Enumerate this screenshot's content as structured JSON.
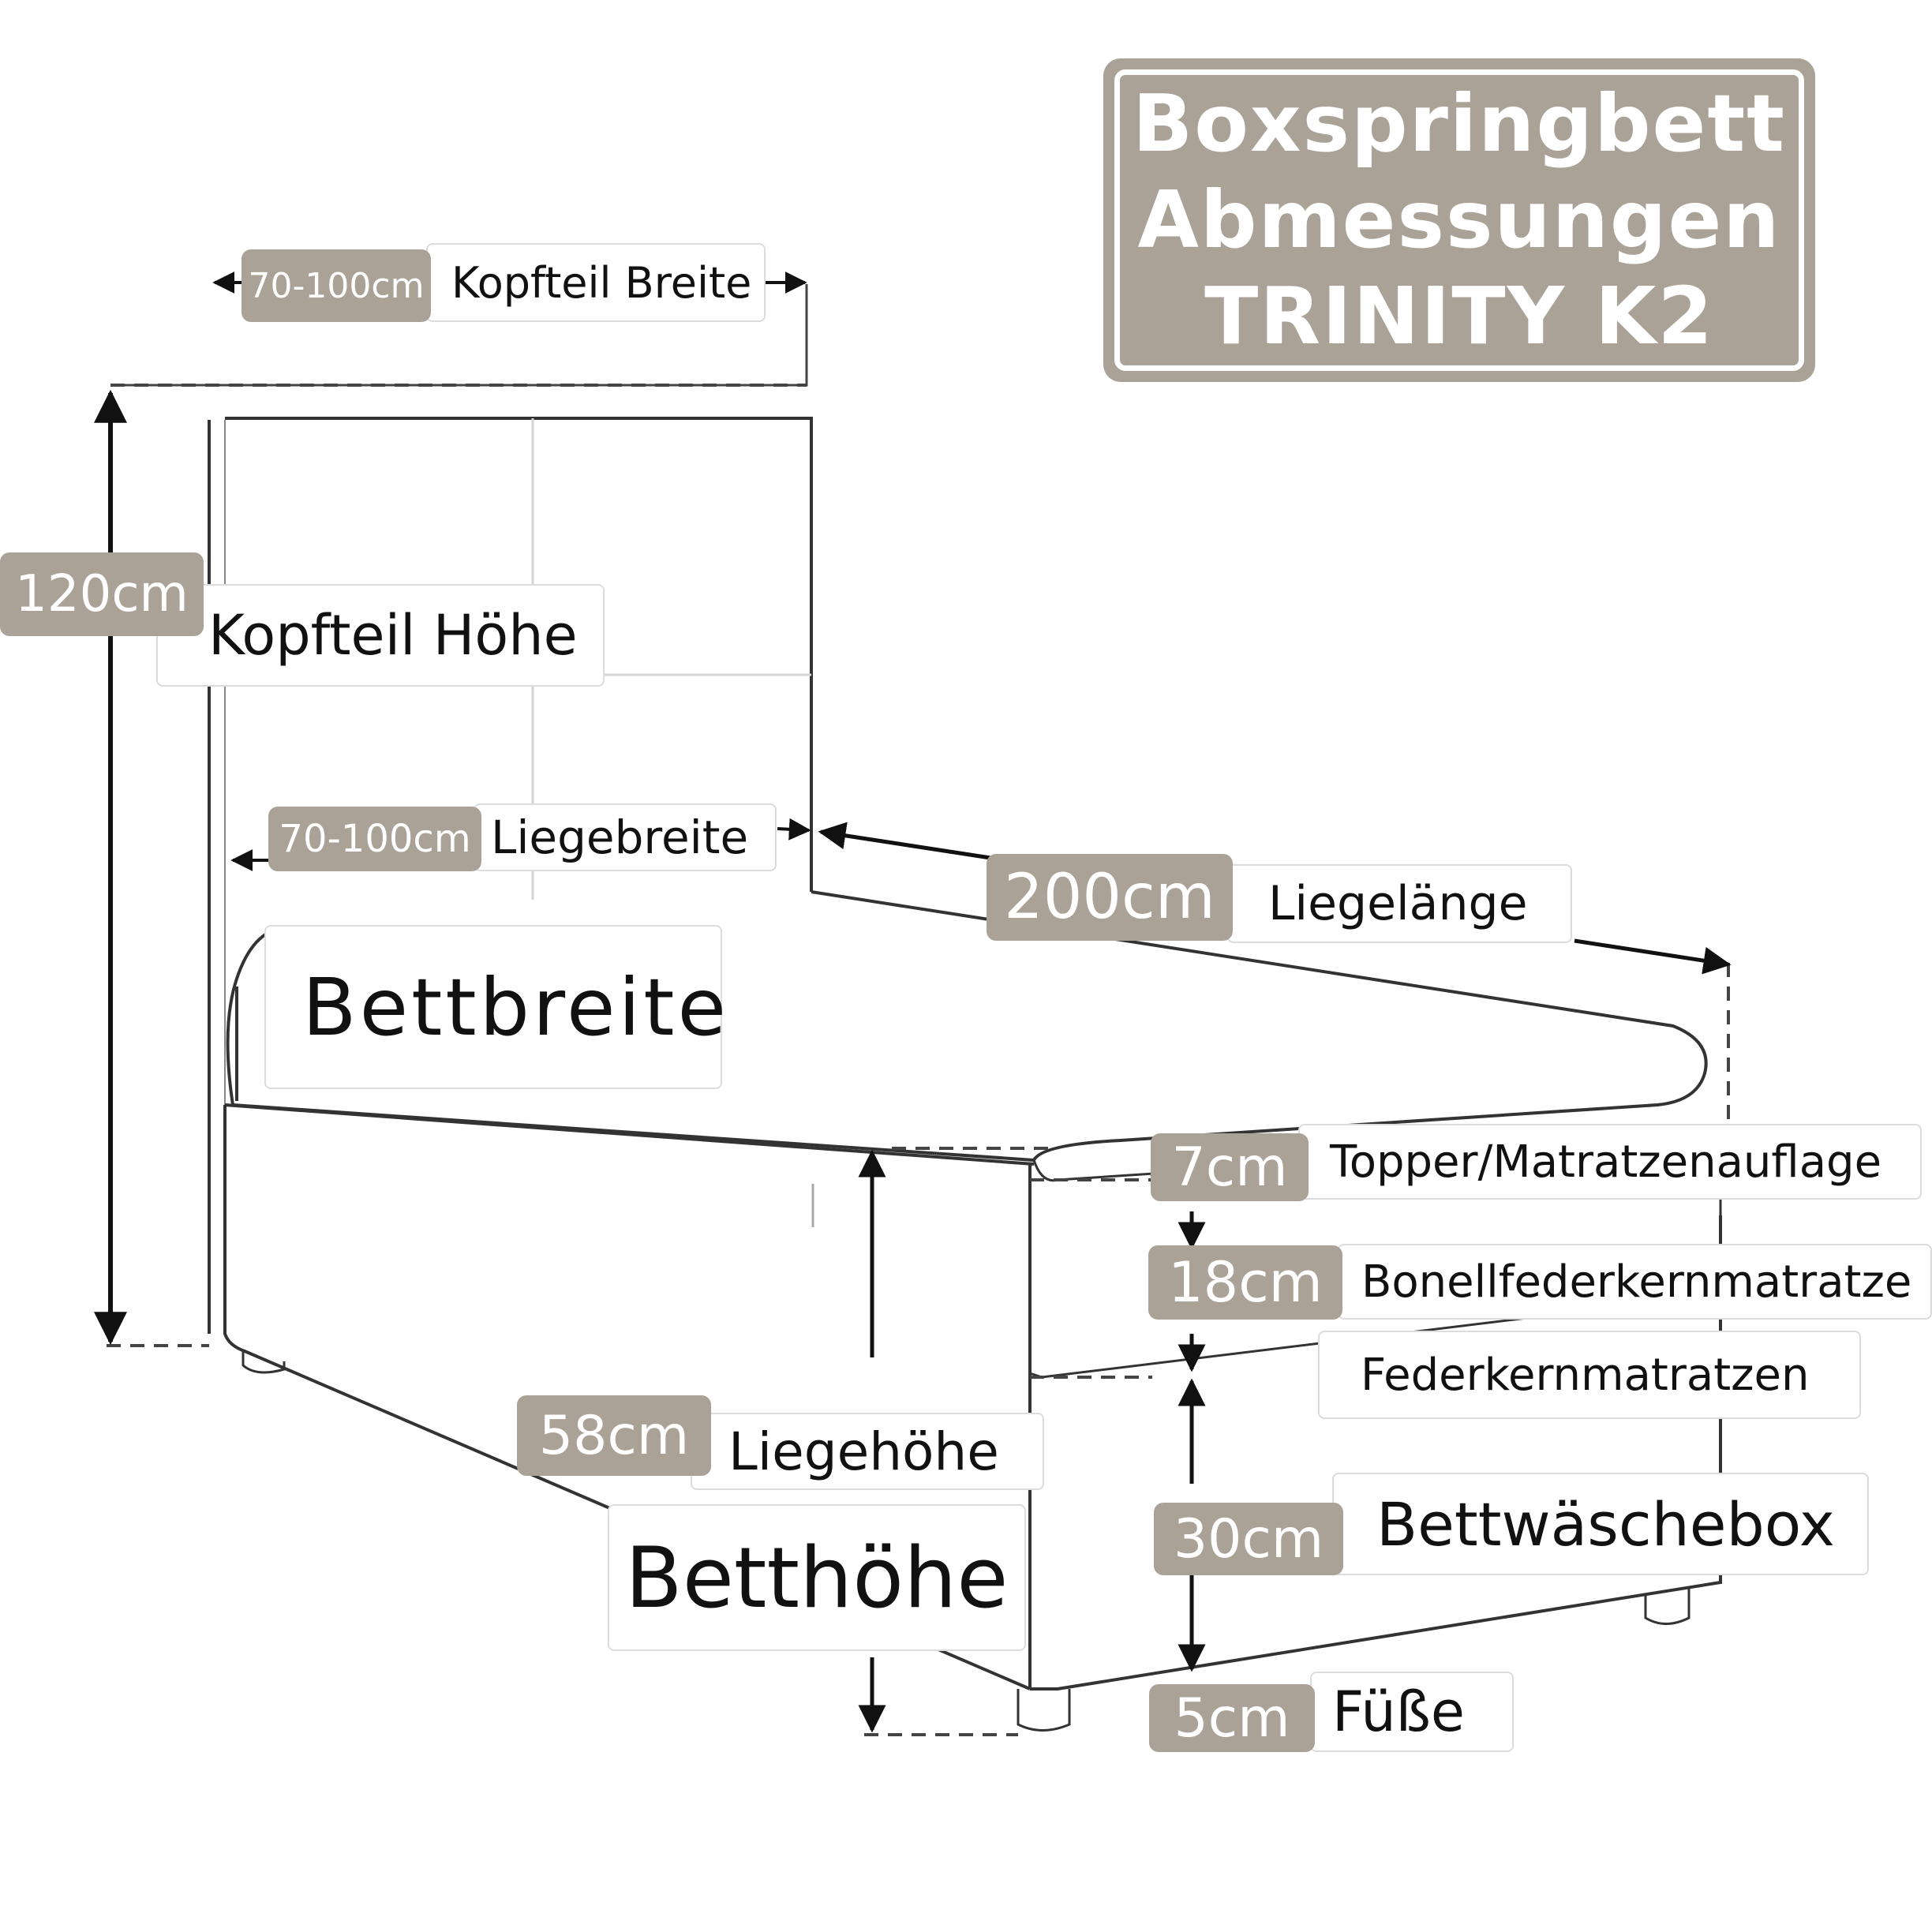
{
  "title": {
    "line1": "Boxspringbett",
    "line2": "Abmessungen",
    "line3": "TRINITY K2"
  },
  "colors": {
    "badge": "#aba297",
    "outline": "#222222",
    "dashed": "#444444"
  },
  "dimensions": {
    "headboard_width": {
      "value": "70-100cm",
      "label": "Kopfteil Breite"
    },
    "headboard_height": {
      "value": "120cm",
      "label": "Kopfteil Höhe"
    },
    "lying_width": {
      "value": "70-100cm",
      "label": "Liegebreite"
    },
    "bed_width": {
      "label": "Bettbreite"
    },
    "lying_length": {
      "value": "200cm",
      "label": "Liegelänge"
    },
    "topper": {
      "value": "7cm",
      "label": "Topper/Matratzenauflage"
    },
    "mattress": {
      "value": "18cm",
      "label": "Bonellfederkernmatratze",
      "label2": "Federkernmatratzen"
    },
    "lying_height": {
      "value": "58cm",
      "label": "Liegehöhe"
    },
    "bed_height": {
      "label": "Betthöhe"
    },
    "storage_box": {
      "value": "30cm",
      "label": "Bettwäschebox"
    },
    "feet": {
      "value": "5cm",
      "label": "Füße"
    }
  }
}
